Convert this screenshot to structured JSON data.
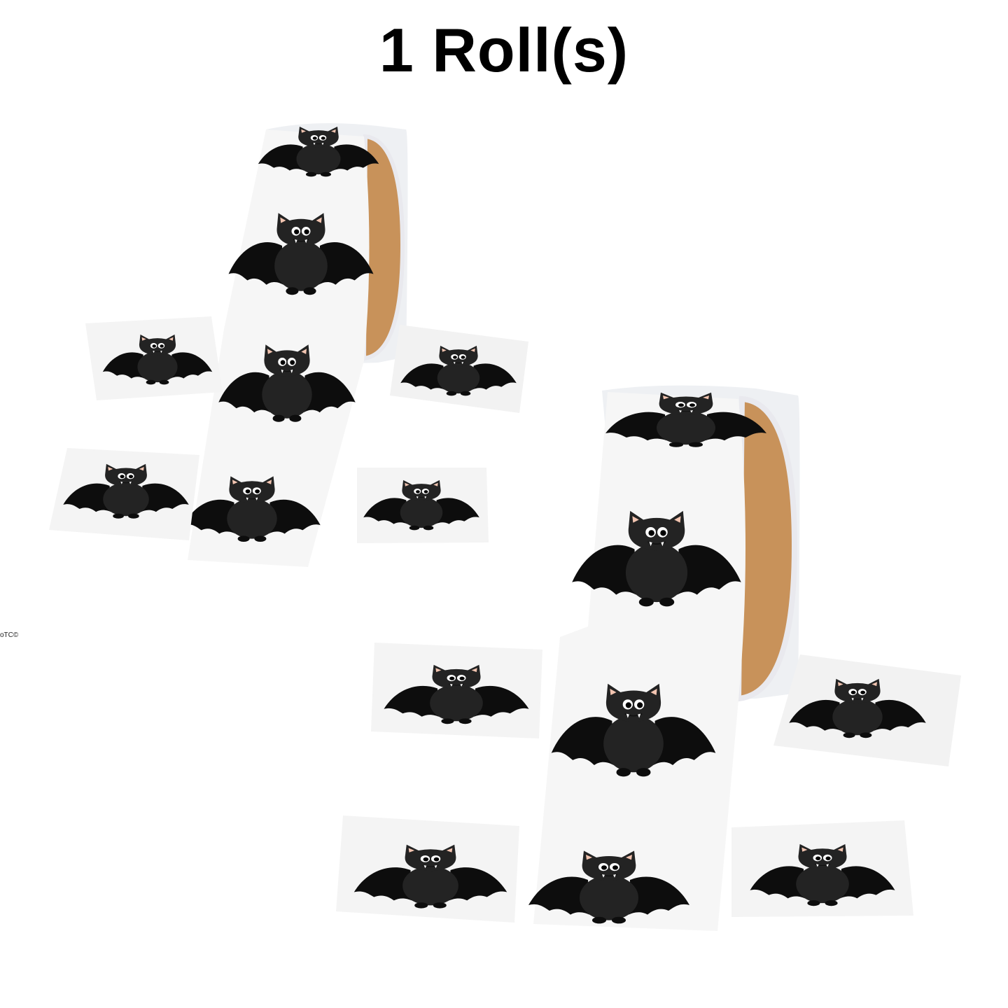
{
  "title": "1 Roll(s)",
  "watermark": "oTC©",
  "product": {
    "description": "Two rolls of black bat stickers with loose sticker squares",
    "rolls": 2,
    "loose_stickers": 8,
    "colors": {
      "background": "#ffffff",
      "sticker_paper": "#f6f6f6",
      "bat_body": "#222222",
      "bat_wing": "#0d0d0d",
      "roll_core": "#c8925a",
      "ear_inner": "#f2c4b0"
    }
  }
}
